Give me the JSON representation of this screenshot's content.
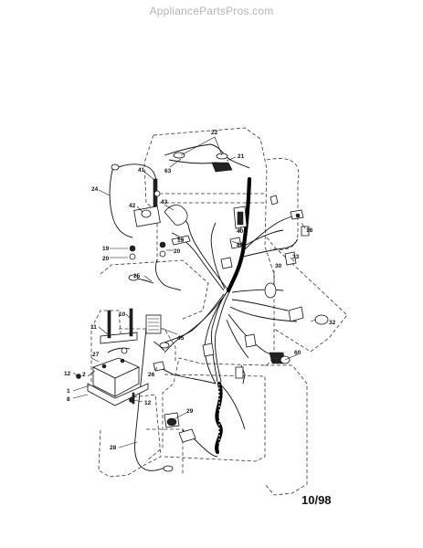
{
  "watermark": "AppliancePartsPros.com",
  "date_code": "10/98",
  "callouts": [
    "22",
    "63",
    "21",
    "41",
    "24",
    "42",
    "43",
    "40",
    "16",
    "19",
    "81",
    "20",
    "19",
    "20",
    "33",
    "30",
    "25",
    "32",
    "10",
    "11",
    "45",
    "27",
    "2",
    "12",
    "1",
    "8",
    "26",
    "60",
    "12",
    "29",
    "28"
  ]
}
